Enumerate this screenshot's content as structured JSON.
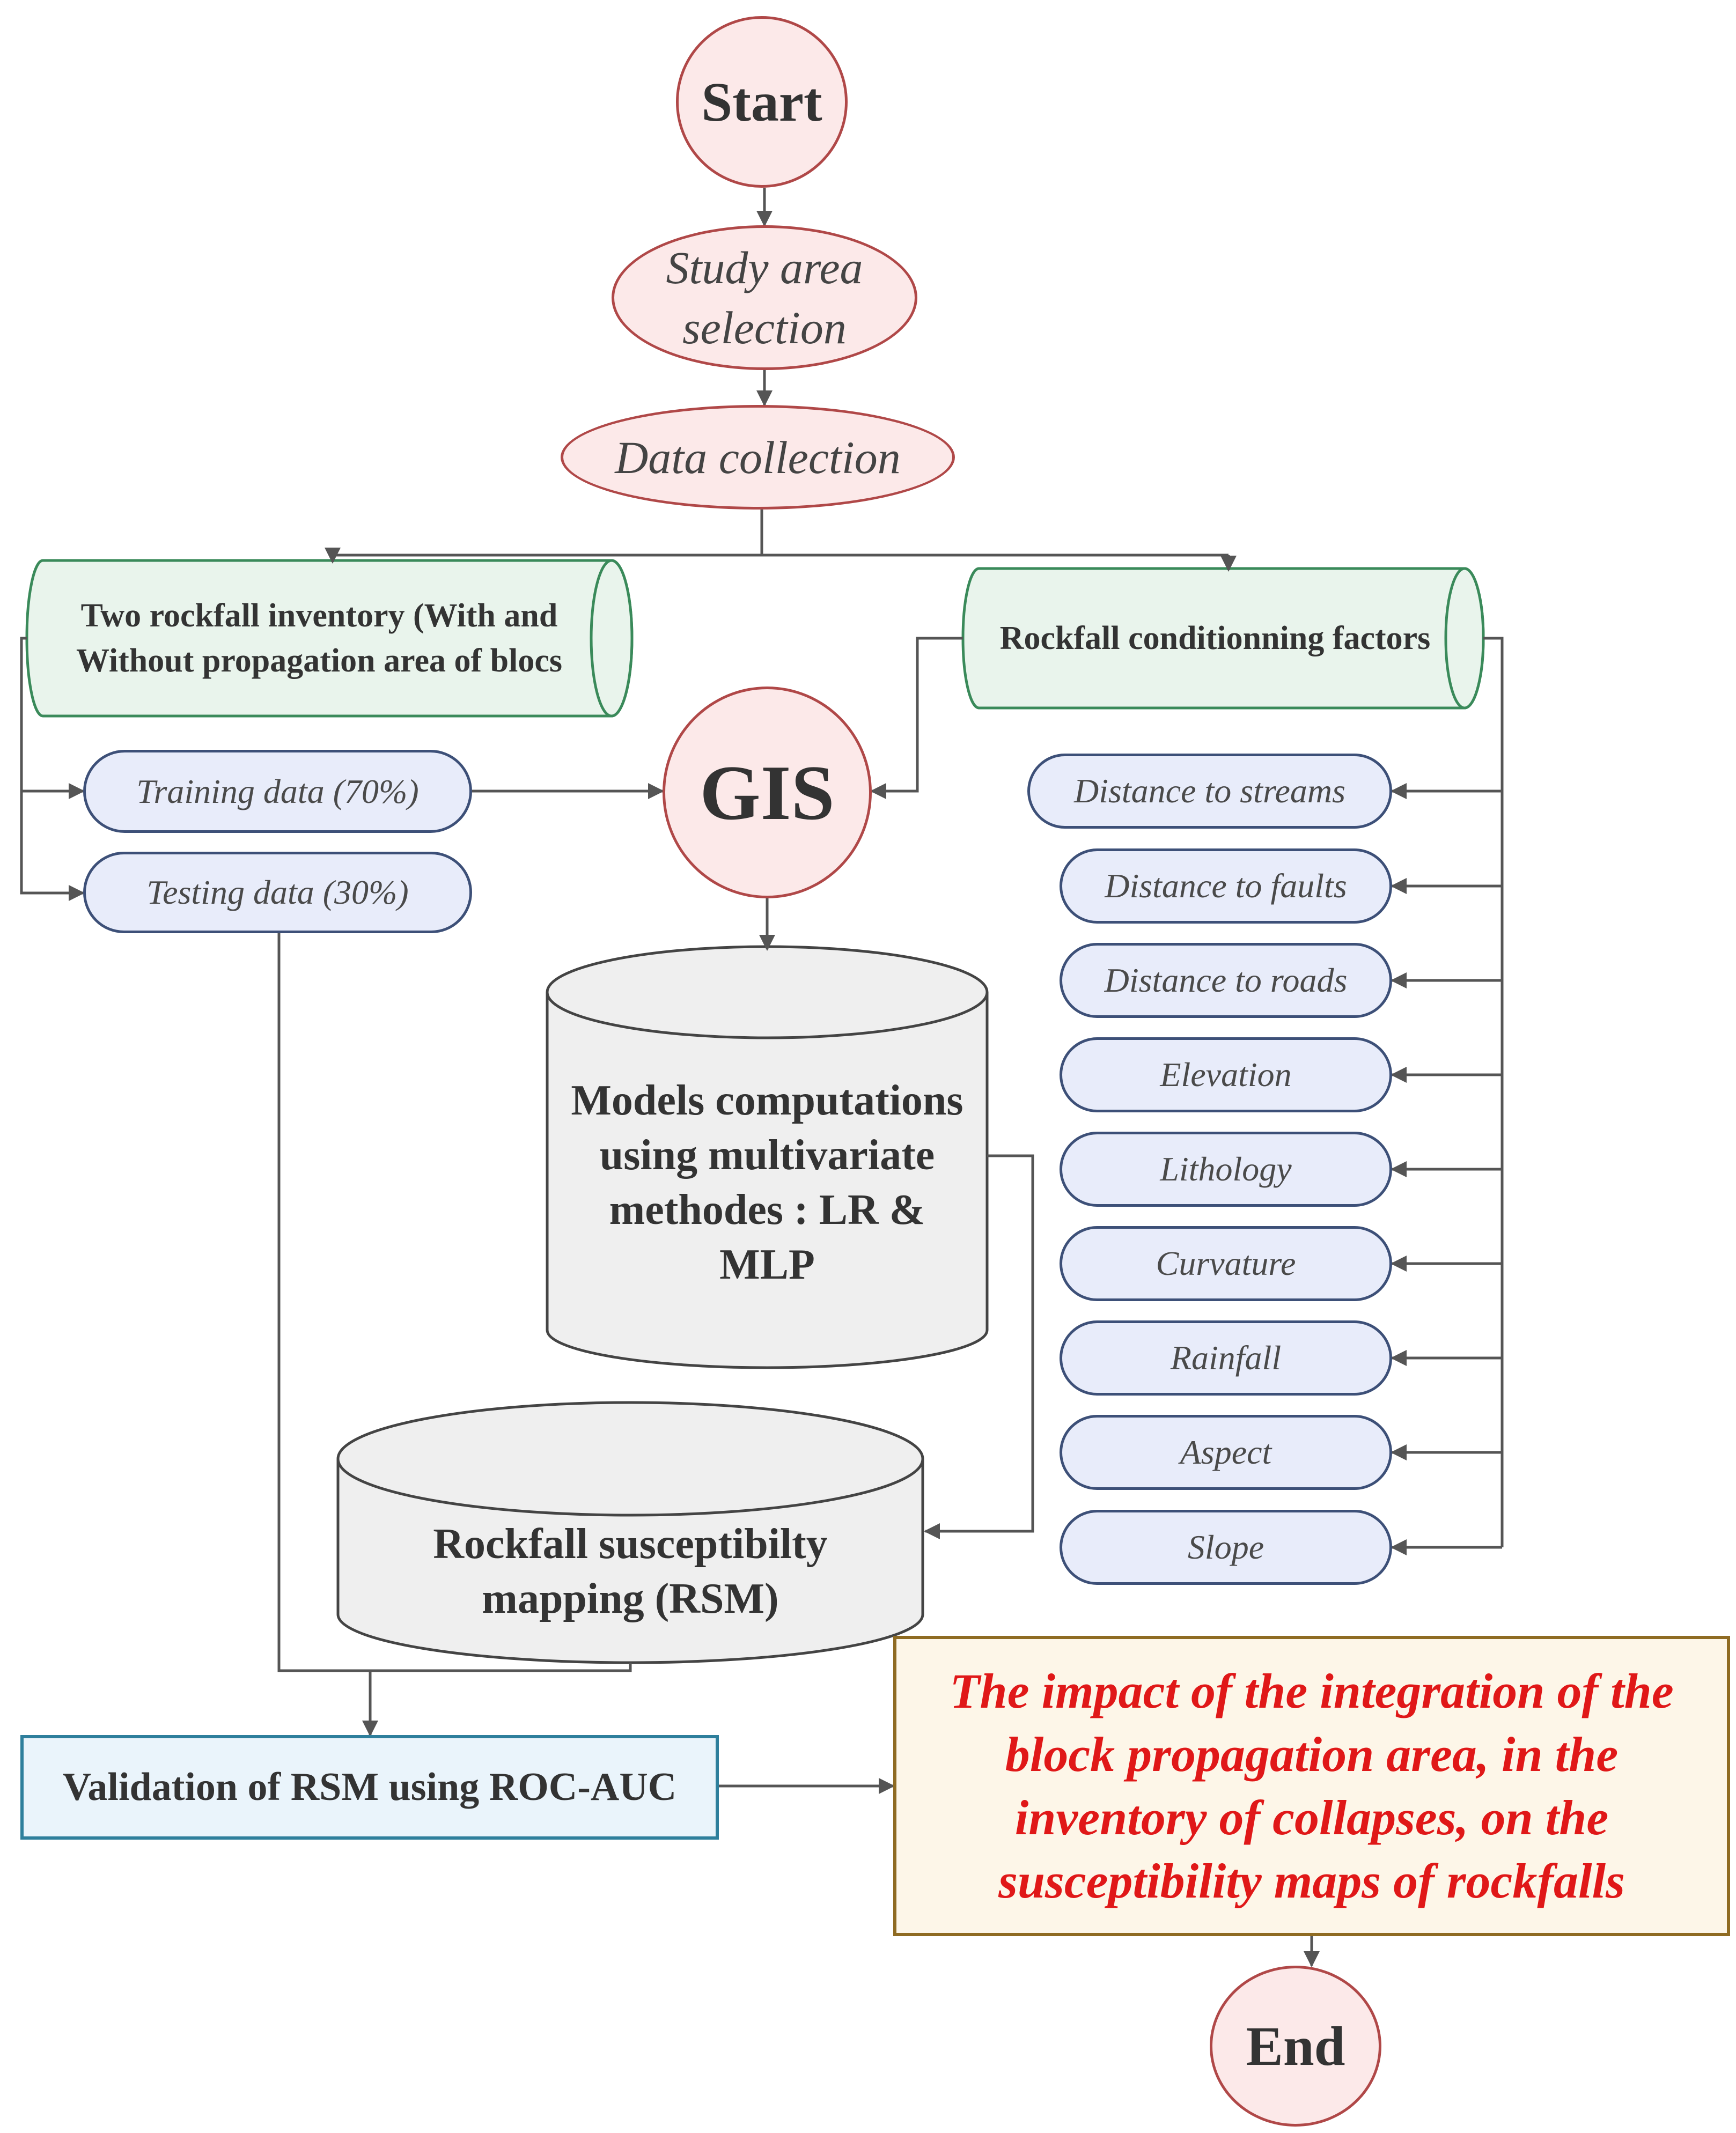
{
  "nodes": {
    "start": "Start",
    "study_area": "Study area selection",
    "data_collection": "Data collection",
    "inventory": "Two rockfall inventory (With and Without propagation area of blocs",
    "conditioning": "Rockfall conditionning factors",
    "training": "Training data (70%)",
    "testing": "Testing data (30%)",
    "gis": "GIS",
    "models": "Models computations using multivariate methodes : LR & MLP",
    "rsm": "Rockfall susceptibilty mapping (RSM)",
    "validation": "Validation of RSM using ROC-AUC",
    "outcome": "The impact of the integration of the block propagation area, in the inventory of collapses, on the susceptibility maps of rockfalls",
    "end": "End"
  },
  "factors": [
    "Distance to streams",
    "Distance to faults",
    "Distance to roads",
    "Elevation",
    "Lithology",
    "Curvature",
    "Rainfall",
    "Aspect",
    "Slope"
  ],
  "colors": {
    "start_end_fill": "#fce9e9",
    "start_end_stroke": "#b04848",
    "database_fill": "#e9f4ec",
    "database_stroke": "#3a8a5a",
    "pill_fill": "#e8ecfa",
    "pill_stroke": "#3d5078",
    "model_fill": "#efefef",
    "model_stroke": "#444444",
    "validation_fill": "#eaf4fb",
    "validation_stroke": "#2e7f9c",
    "outcome_fill": "#fdf6e8",
    "outcome_stroke": "#8f6b22",
    "outcome_text": "#e01818",
    "wire": "#555555"
  }
}
